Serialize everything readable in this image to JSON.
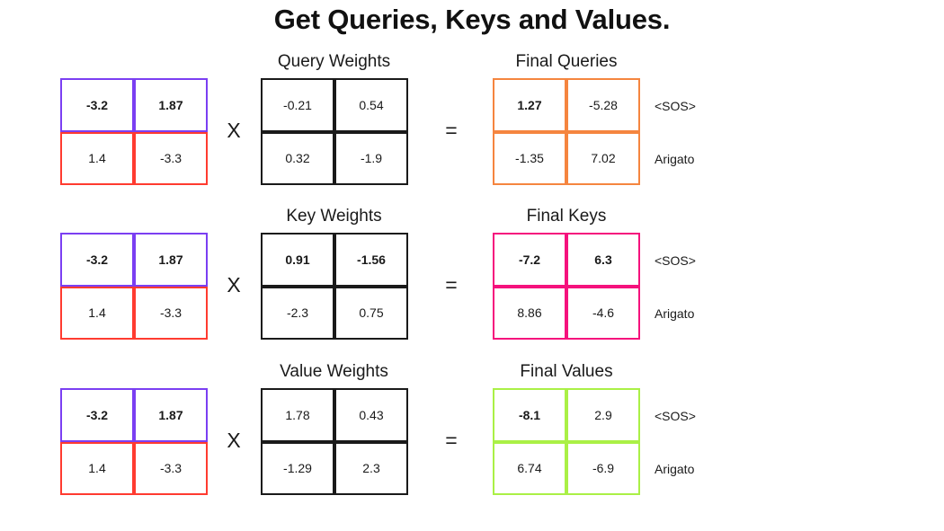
{
  "title": "Get Queries, Keys and Values.",
  "operators": {
    "multiply": "X",
    "equals": "="
  },
  "row_labels": [
    "<SOS>",
    "Arigato"
  ],
  "colors": {
    "input_top_border": "#7B3FF2",
    "input_bottom_border": "#FF3B30",
    "weights_border": "#1a1a1a",
    "queries_border": "#F5853F",
    "keys_border": "#F5127D",
    "values_border": "#AAF046"
  },
  "rows": [
    {
      "name": "query",
      "weights_heading": "Query Weights",
      "result_heading": "Final Queries",
      "input": {
        "cells": [
          [
            "-3.2",
            "1.87"
          ],
          [
            "1.4",
            "-3.3"
          ]
        ],
        "bold": [
          [
            true,
            true
          ],
          [
            false,
            false
          ]
        ]
      },
      "weights": {
        "cells": [
          [
            "-0.21",
            "0.54"
          ],
          [
            "0.32",
            "-1.9"
          ]
        ],
        "bold": [
          [
            false,
            false
          ],
          [
            false,
            false
          ]
        ]
      },
      "result": {
        "cells": [
          [
            "1.27",
            "-5.28"
          ],
          [
            "-1.35",
            "7.02"
          ]
        ],
        "bold": [
          [
            true,
            false
          ],
          [
            false,
            false
          ]
        ]
      }
    },
    {
      "name": "key",
      "weights_heading": "Key Weights",
      "result_heading": "Final Keys",
      "input": {
        "cells": [
          [
            "-3.2",
            "1.87"
          ],
          [
            "1.4",
            "-3.3"
          ]
        ],
        "bold": [
          [
            true,
            true
          ],
          [
            false,
            false
          ]
        ]
      },
      "weights": {
        "cells": [
          [
            "0.91",
            "-1.56"
          ],
          [
            "-2.3",
            "0.75"
          ]
        ],
        "bold": [
          [
            true,
            true
          ],
          [
            false,
            false
          ]
        ]
      },
      "result": {
        "cells": [
          [
            "-7.2",
            "6.3"
          ],
          [
            "8.86",
            "-4.6"
          ]
        ],
        "bold": [
          [
            true,
            true
          ],
          [
            false,
            false
          ]
        ]
      }
    },
    {
      "name": "value",
      "weights_heading": "Value Weights",
      "result_heading": "Final Values",
      "input": {
        "cells": [
          [
            "-3.2",
            "1.87"
          ],
          [
            "1.4",
            "-3.3"
          ]
        ],
        "bold": [
          [
            true,
            true
          ],
          [
            false,
            false
          ]
        ]
      },
      "weights": {
        "cells": [
          [
            "1.78",
            "0.43"
          ],
          [
            "-1.29",
            "2.3"
          ]
        ],
        "bold": [
          [
            false,
            false
          ],
          [
            false,
            false
          ]
        ]
      },
      "result": {
        "cells": [
          [
            "-8.1",
            "2.9"
          ],
          [
            "6.74",
            "-6.9"
          ]
        ],
        "bold": [
          [
            true,
            false
          ],
          [
            false,
            false
          ]
        ]
      }
    }
  ]
}
